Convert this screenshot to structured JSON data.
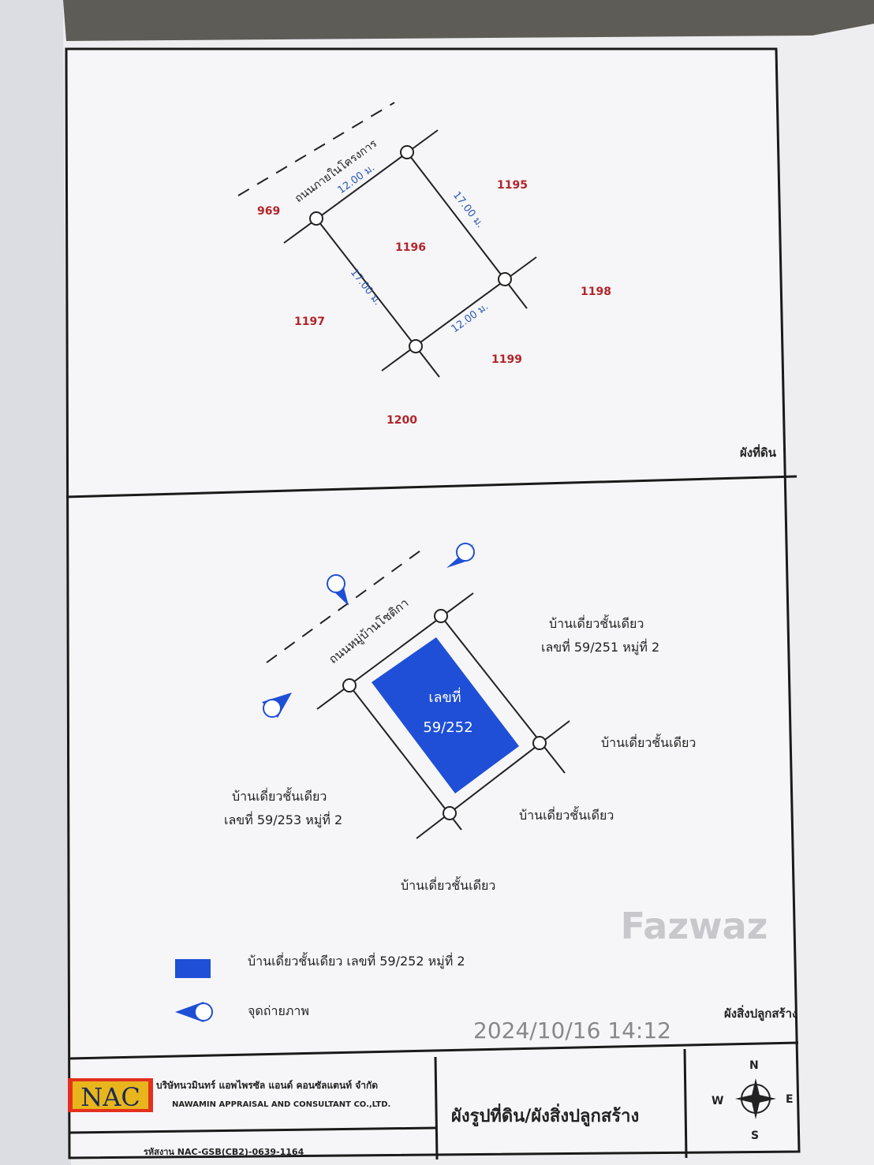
{
  "land_plan": {
    "road_label": "ถนนภายในโครงการ",
    "plot_numbers": {
      "center": "1196",
      "north_west": "969",
      "north_east": "1195",
      "west": "1197",
      "east": "1198",
      "south_east": "1199",
      "south": "1200"
    },
    "dimensions": {
      "top": "12.00 ม.",
      "right": "17.00 ม.",
      "left": "17.00 ม.",
      "bottom": "12.00 ม."
    },
    "section_label": "ผังที่ดิน"
  },
  "building_plan": {
    "road_label": "ถนนหมู่บ้านโชติกา",
    "house_label_line1": "เลขที่",
    "house_label_line2": "59/252",
    "neighbors": {
      "north_east_line1": "บ้านเดี่ยวชั้นเดียว",
      "north_east_line2": "เลขที่ 59/251 หมู่ที่ 2",
      "east": "บ้านเดี่ยวชั้นเดียว",
      "west_line1": "บ้านเดี่ยวชั้นเดียว",
      "west_line2": "เลขที่ 59/253 หมู่ที่ 2",
      "south_east": "บ้านเดี่ยวชั้นเดียว",
      "south": "บ้านเดี่ยวชั้นเดียว"
    },
    "legend": [
      {
        "label": "บ้านเดี่ยวชั้นเดียว เลขที่ 59/252 หมู่ที่ 2",
        "color": "#1f4fd6"
      },
      {
        "label": "จุดถ่ายภาพ",
        "icon": "camera-point-icon"
      }
    ],
    "section_label": "ผังสิ่งปลูกสร้าง"
  },
  "title_block": {
    "logo": "NAC",
    "company_th": "บริษัทนวมินทร์ แอพไพรซัล แอนด์ คอนซัลแตนท์ จำกัด",
    "company_en": "NAWAMIN APPRAISAL AND CONSULTANT CO.,LTD.",
    "title": "ผังรูปที่ดิน/ผังสิ่งปลูกสร้าง",
    "code": "รหัสงาน NAC-GSB(CB2)-0639-1164",
    "compass": {
      "n": "N",
      "s": "S",
      "e": "E",
      "w": "W"
    }
  },
  "overlay": {
    "timestamp": "2024/10/16 14:12",
    "watermark": "Fazwaz"
  },
  "colors": {
    "plot_number": "#b3242a",
    "dimension": "#2b58b8",
    "house_fill": "#1f4fd6"
  }
}
